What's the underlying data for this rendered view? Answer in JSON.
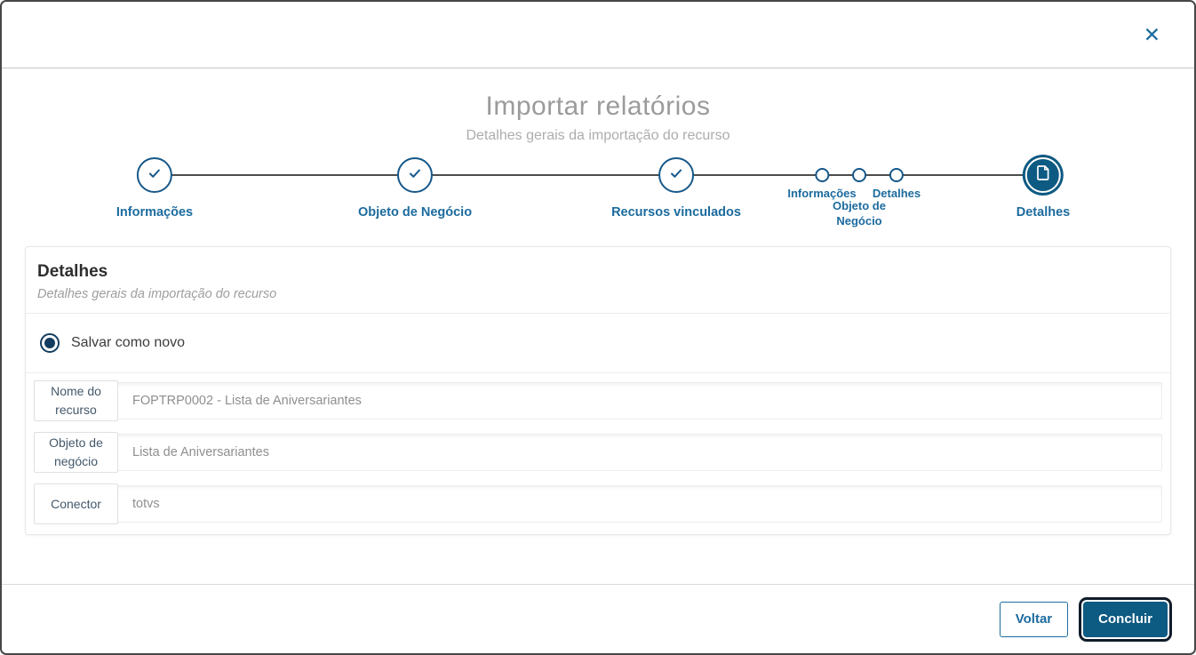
{
  "dialog": {
    "title": "Importar relatórios",
    "subtitle": "Detalhes gerais da importação do recurso",
    "close_glyph": "✕"
  },
  "stepper": {
    "steps": [
      {
        "label": "Informações",
        "state": "completed"
      },
      {
        "label": "Objeto de Negócio",
        "state": "completed"
      },
      {
        "label": "Recursos vinculados",
        "state": "completed"
      },
      {
        "label": "Informações",
        "state": "upcoming"
      },
      {
        "label": "Objeto de Negócio",
        "state": "upcoming"
      },
      {
        "label": "Detalhes",
        "state": "upcoming"
      },
      {
        "label": "Detalhes",
        "state": "active"
      }
    ],
    "icons": {
      "completed": "check-icon",
      "active": "document-icon"
    }
  },
  "panel": {
    "title": "Detalhes",
    "subtitle": "Detalhes gerais da importação do recurso",
    "radio": {
      "label": "Salvar como novo",
      "selected": true
    },
    "fields": [
      {
        "label": "Nome do recurso",
        "value": "FOPTRP0002 - Lista de Aniversariantes"
      },
      {
        "label": "Objeto de negócio",
        "value": "Lista de Aniversariantes"
      },
      {
        "label": "Conector",
        "value": "totvs"
      }
    ]
  },
  "footer": {
    "back_label": "Voltar",
    "finish_label": "Concluir"
  },
  "colors": {
    "primary": "#1c6b9e",
    "circle_border": "#16588a",
    "connector": "#4c4c4c",
    "active_fill": "#0d5a82",
    "radio": "#123c5f",
    "focus_ring": "#101c2b",
    "title_gray": "#9b9b9b"
  }
}
